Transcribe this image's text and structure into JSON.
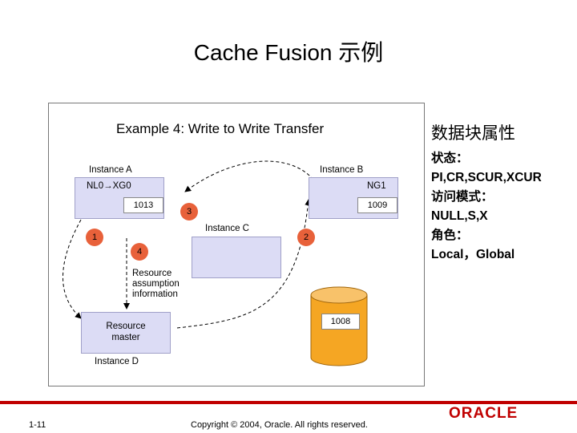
{
  "slide": {
    "title": "Cache Fusion 示例",
    "diagram": {
      "title": "Example 4:  Write to Write Transfer",
      "instance_a": {
        "label": "Instance A",
        "mode": "NL0→XG0",
        "block": "1013"
      },
      "instance_b": {
        "label": "Instance B",
        "mode": "NG1",
        "block": "1009"
      },
      "instance_c": {
        "label": "Instance C"
      },
      "instance_d": {
        "label": "Instance D",
        "resource_master": "Resource\nmaster"
      },
      "disk": {
        "block": "1008"
      },
      "steps": [
        "1",
        "2",
        "3",
        "4"
      ],
      "resource_assumption": "Resource\nassumption\ninformation"
    },
    "side": {
      "title": "数据块属性",
      "lines": [
        "状态：",
        "PI,CR,SCUR,XCUR",
        "访问模式：",
        "NULL,S,X",
        "角色：",
        "Local，Global"
      ]
    },
    "footer": {
      "slide_number": "1-11",
      "copyright": "Copyright © 2004, Oracle.  All rights reserved.",
      "logo": "ORACLE"
    }
  }
}
